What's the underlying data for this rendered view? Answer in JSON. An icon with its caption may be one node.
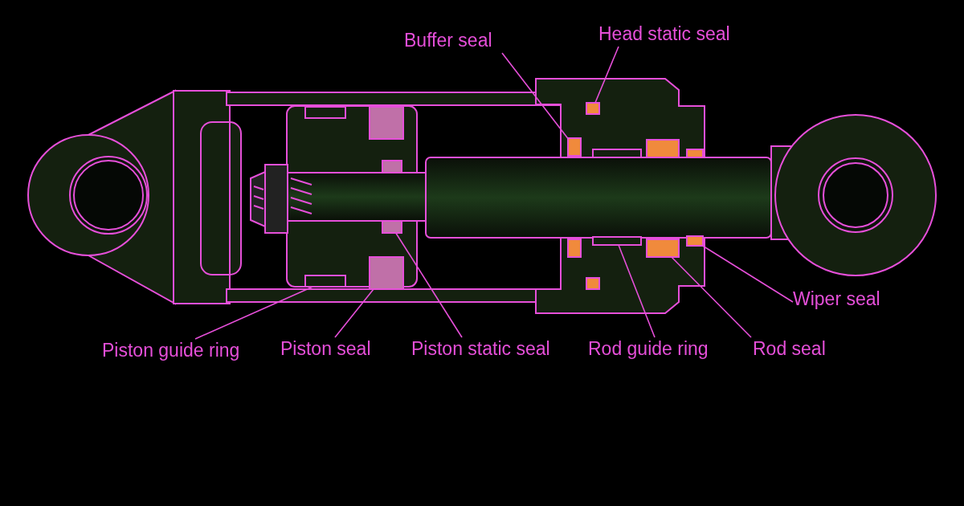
{
  "diagram": {
    "nodes": [
      {
        "text": [
          "Buffer seal"
        ]
      },
      {
        "text": [
          "Head static seal"
        ]
      },
      {
        "text": [
          "Wiper seal"
        ]
      },
      {
        "text": [
          "Piston guide ring"
        ]
      },
      {
        "text": [
          "Piston seal"
        ]
      },
      {
        "text": [
          "Piston static seal"
        ]
      },
      {
        "text": [
          "Rod guide ring"
        ]
      },
      {
        "text": [
          "Rod seal"
        ]
      },
      {
        "text": [],
        "shape": "box"
      },
      {
        "text": [],
        "shape": "box"
      },
      {
        "text": [],
        "shape": "box"
      },
      {
        "text": [],
        "shape": "box"
      },
      {
        "text": [],
        "shape": "box"
      },
      {
        "text": [],
        "shape": "box"
      },
      {
        "text": [],
        "shape": "box"
      },
      {
        "text": [],
        "shape": "box"
      }
    ],
    "edges": [
      {
        "from": 0,
        "to": 8,
        "arrow": "none"
      },
      {
        "from": 1,
        "to": 9,
        "arrow": "none"
      },
      {
        "from": 2,
        "to": 10,
        "arrow": "none"
      },
      {
        "from": 3,
        "to": 11,
        "arrow": "none"
      },
      {
        "from": 4,
        "to": 12,
        "arrow": "none"
      },
      {
        "from": 5,
        "to": 13,
        "arrow": "none"
      },
      {
        "from": 6,
        "to": 14,
        "arrow": "none"
      },
      {
        "from": 7,
        "to": 15,
        "arrow": "none"
      }
    ]
  }
}
